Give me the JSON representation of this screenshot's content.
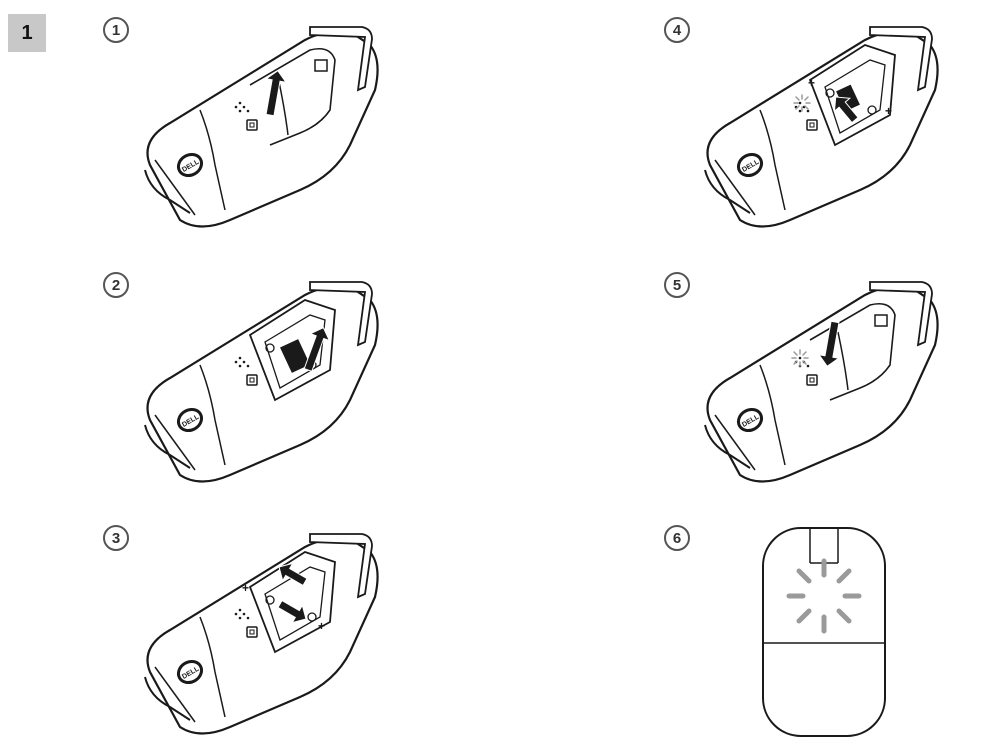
{
  "figure_number": "1",
  "steps": [
    {
      "label": "1",
      "action": "lift-cover",
      "arrow": "up"
    },
    {
      "label": "2",
      "action": "remove-dongle",
      "arrow": "up"
    },
    {
      "label": "3",
      "action": "insert-batteries",
      "arrow": "up-down"
    },
    {
      "label": "4",
      "action": "insert-dongle",
      "arrow": "up"
    },
    {
      "label": "5",
      "action": "close-cover",
      "arrow": "down"
    },
    {
      "label": "6",
      "action": "led-blinks",
      "arrow": "none"
    }
  ],
  "logo_text": "DELL",
  "colors": {
    "line": "#1a1a1a",
    "fill": "#ffffff",
    "badge": "#c8c8c8",
    "led": "#9a9a9a"
  }
}
